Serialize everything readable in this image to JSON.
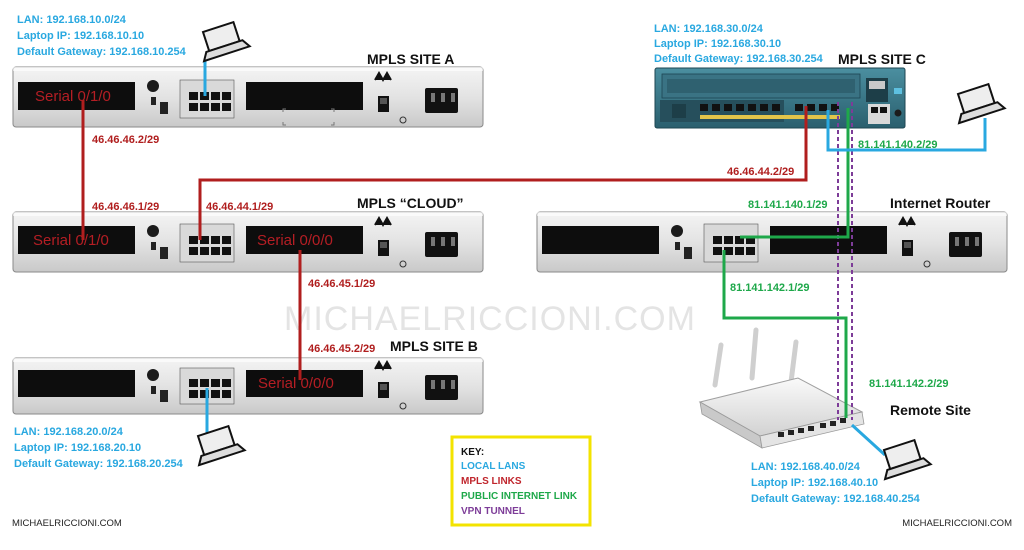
{
  "watermark": "MICHAELRICCIONI.COM",
  "footer": {
    "left": "MICHAELRICCIONI.COM",
    "right": "MICHAELRICCIONI.COM"
  },
  "sites": {
    "a": {
      "title": "MPLS SITE A",
      "lan": "LAN: 192.168.10.0/24",
      "laptop": "Laptop IP: 192.168.10.10",
      "gateway": "Default Gateway: 192.168.10.254",
      "serial": "Serial 0/1/0"
    },
    "cloud": {
      "title": "MPLS “CLOUD”",
      "serial_left": "Serial 0/1/0",
      "serial_right": "Serial 0/0/0"
    },
    "b": {
      "title": "MPLS SITE B",
      "lan": "LAN: 192.168.20.0/24",
      "laptop": "Laptop IP: 192.168.20.10",
      "gateway": "Default Gateway: 192.168.20.254",
      "serial": "Serial 0/0/0"
    },
    "c": {
      "title": "MPLS SITE C",
      "lan": "LAN: 192.168.30.0/24",
      "laptop": "Laptop IP: 192.168.30.10",
      "gateway": "Default Gateway: 192.168.30.254"
    },
    "internet_router": {
      "title": "Internet Router"
    },
    "remote": {
      "title": "Remote Site",
      "lan": "LAN: 192.168.40.0/24",
      "laptop": "Laptop IP: 192.168.40.10",
      "gateway": "Default Gateway: 192.168.40.254"
    }
  },
  "links": {
    "a_top": "46.46.46.2/29",
    "a_bottom": "46.46.46.1/29",
    "c_cloud": "46.46.44.1/29",
    "c_site": "46.46.44.2/29",
    "b_top": "46.46.45.1/29",
    "b_bottom": "46.46.45.2/29",
    "c_inet": "81.141.140.2/29",
    "ir_top": "81.141.140.1/29",
    "ir_bottom": "81.141.142.1/29",
    "remote_inet": "81.141.142.2/29"
  },
  "key": {
    "title": "KEY:",
    "items": [
      {
        "label": "LOCAL LANS",
        "color": "#29a8e0"
      },
      {
        "label": "MPLS LINKS",
        "color": "#c0262d"
      },
      {
        "label": "PUBLIC INTERNET LINK",
        "color": "#1ea84a"
      },
      {
        "label": "VPN TUNNEL",
        "color": "#7d3c98"
      }
    ]
  },
  "colors": {
    "lan": "#29a8e0",
    "mpls": "#b01e1e",
    "internet": "#1ea84a",
    "vpn": "#7d3c98",
    "key_border": "#f3e300"
  }
}
